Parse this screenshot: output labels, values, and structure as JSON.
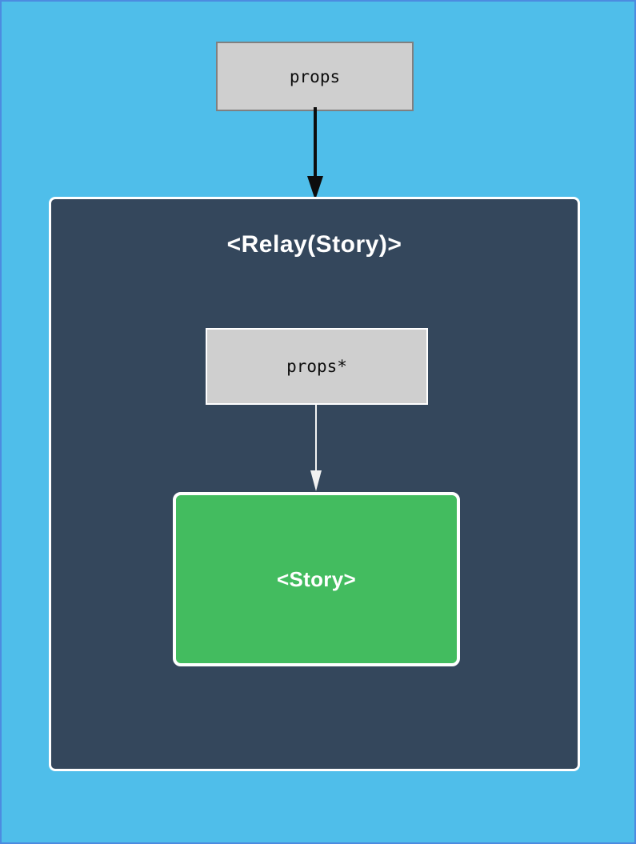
{
  "diagram": {
    "type": "component-hierarchy",
    "background_color": "#4fbeea",
    "border_color": "#4c8be0",
    "nodes": {
      "outer_props": {
        "label": "props",
        "fill_color": "#cfcfcf",
        "border_color": "#808080",
        "text_color": "#0d0d0d",
        "shape": "rectangle"
      },
      "relay_container": {
        "label": "<Relay(Story)>",
        "fill_color": "#34475c",
        "border_color": "#ffffff",
        "text_color": "#ffffff",
        "shape": "rounded-rectangle"
      },
      "inner_props": {
        "label": "props*",
        "fill_color": "#cfcfcf",
        "border_color": "#ffffff",
        "text_color": "#0d0d0d",
        "shape": "rectangle"
      },
      "story": {
        "label": "<Story>",
        "fill_color": "#43bc5f",
        "border_color": "#ffffff",
        "text_color": "#ffffff",
        "shape": "rounded-rectangle"
      }
    },
    "edges": [
      {
        "id": "props-to-relay",
        "from": "outer_props",
        "to": "relay_container",
        "direction": "down",
        "color": "#0d0d0d",
        "style": "solid-thick-arrow"
      },
      {
        "id": "innerprops-to-story",
        "from": "inner_props",
        "to": "story",
        "direction": "down",
        "color": "#f2f2f2",
        "style": "thin-arrow"
      }
    ]
  }
}
